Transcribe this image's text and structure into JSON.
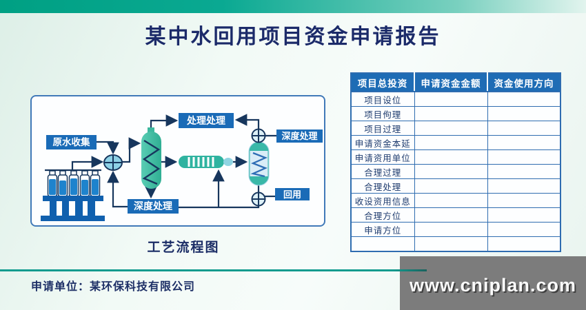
{
  "slide": {
    "title": "某中水回用项目资金申请报告",
    "footer": {
      "applicant_label": "申请单位：某环保科技有限公司",
      "watermark": "www.cniplan.com"
    }
  },
  "diagram": {
    "caption": "工艺流程图",
    "nodes": {
      "raw_water_collection": "原水收集",
      "treatment_top": "处理处理",
      "deep_treatment_right": "深度处理",
      "deep_treatment_bottom": "深度处理",
      "reuse": "回用"
    }
  },
  "table": {
    "headers": [
      "项目总投资",
      "申请资金金额",
      "资金使用方向"
    ],
    "rows": [
      "项目设位",
      "项目佝理",
      "项目过理",
      "申请资金本延",
      "申请资用单位",
      "合理过理",
      "合理处理",
      "收设资用信息",
      "合理方位",
      "申请方位",
      ""
    ]
  },
  "colors": {
    "title_text": "#1b2a69",
    "topbar_green": "#00a184",
    "table_header_bg": "#1e6cb5",
    "table_border": "#2e6cb0",
    "node_box_blue": "#1a6bb7",
    "diagram_line": "#17365d",
    "vessel_teal": "#35b5a5",
    "water_blue": "#1e83cd",
    "footer_line_teal": "#0f9b8e",
    "watermark_bg": "#7c7c7c"
  }
}
